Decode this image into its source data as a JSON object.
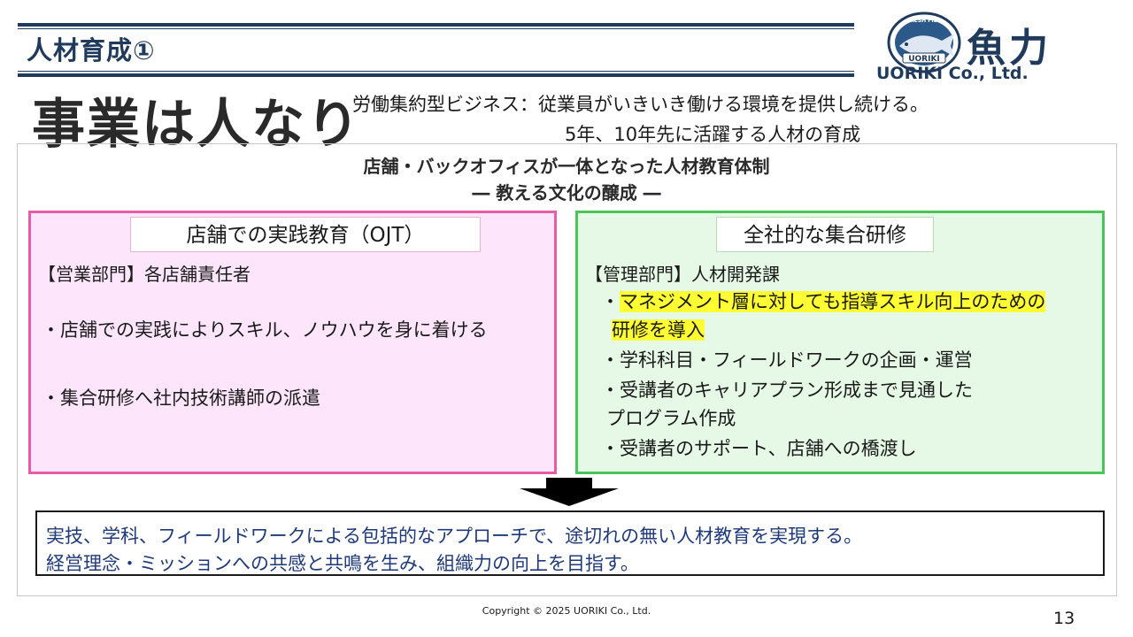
{
  "header": {
    "section_title": "人材育成①",
    "headline": "事業は人なり",
    "tagline_line1": "労働集約型ビジネス：従業員がいきいき働ける環境を提供し続ける。",
    "tagline_line2": "5年、10年先に活躍する人材の育成"
  },
  "logo": {
    "badge_top": "FRESH FISH",
    "badge_bottom": "UORIKI",
    "wordmark": "魚力",
    "company": "UORIKI Co., Ltd."
  },
  "frame": {
    "heading1": "店舗・バックオフィスが一体となった人材教育体制",
    "heading2": "―  教える文化の醸成  ―"
  },
  "left_panel": {
    "title": "店舗での実践教育（OJT）",
    "dept": "【営業部門】各店舗責任者",
    "bullets": [
      "・店舗での実践によりスキル、ノウハウを身に着ける",
      "・集合研修へ社内技術講師の派遣"
    ]
  },
  "right_panel": {
    "title": "全社的な集合研修",
    "dept": "【管理部門】人材開発課",
    "bullets": [
      "マネジメント層に対しても指導スキル向上のための",
      "研修を導入",
      "・学科科目・フィールドワークの企画・運営",
      "・受講者のキャリアプラン形成まで見通した",
      "プログラム作成",
      "・受講者のサポート、店舗への橋渡し"
    ],
    "bullet_prefix": "・"
  },
  "summary": {
    "line1": "実技、学科、フィールドワークによる包括的なアプローチで、途切れの無い人材教育を実現する。",
    "line2": "経営理念・ミッションへの共感と共鳴を生み、組織力の向上を目指す。"
  },
  "footer": {
    "copyright": "Copyright © 2025 UORIKI Co., Ltd.",
    "page_number": "13"
  },
  "colors": {
    "navy": "#1f3a5a",
    "pink_border": "#e85ba6",
    "pink_fill": "#fde6fb",
    "green_border": "#4cc45c",
    "green_fill": "#e6f9e6",
    "highlight": "#ffff33",
    "summary_text": "#1f3a7a"
  }
}
